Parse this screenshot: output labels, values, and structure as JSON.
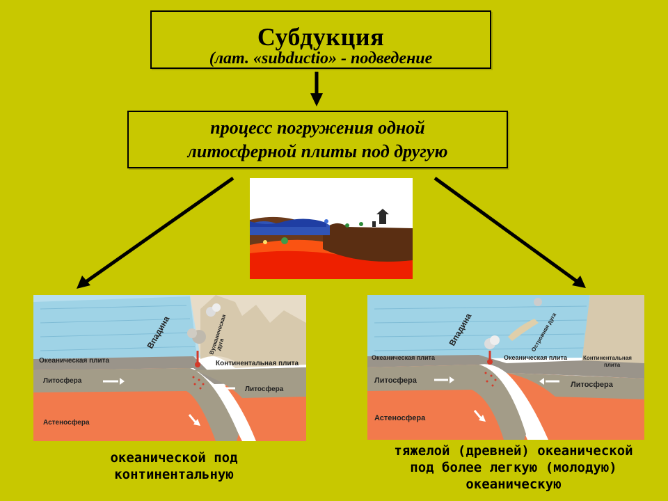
{
  "title": "Субдукция",
  "title_sub": "(лат. «subductio» - подведение",
  "definition_line1": "процесс погружения одной",
  "definition_line2": "литосферной плиты под другую",
  "left_diagram": {
    "labels": {
      "trench": "Впадина",
      "volcanic_arc_1": "Вулканическая",
      "volcanic_arc_2": "дуга",
      "oceanic_plate": "Океаническая плита",
      "continental_plate": "Континентальная плита",
      "lithosphere_left": "Литосфера",
      "lithosphere_right": "Литосфера",
      "asthenosphere": "Астеносфера"
    }
  },
  "right_diagram": {
    "labels": {
      "trench": "Впадина",
      "island_arc": "Островная дуга",
      "oceanic_plate": "Океаническая плита",
      "continental_plate_1": "Континентальная",
      "continental_plate_2": "плита",
      "lithosphere_left": "Литосфера",
      "lithosphere_right": "Литосфера",
      "asthenosphere": "Астеносфера"
    }
  },
  "caption_left_line1": "океанической под",
  "caption_left_line2": "континентальную",
  "caption_right_line1": "тяжелой (древней) океанической",
  "caption_right_line2": "под более легкую (молодую)",
  "caption_right_line3": "океаническую",
  "colors": {
    "background": "#c8c800",
    "ocean": "#9fd3e6",
    "lithosphere": "#a39c88",
    "asthenosphere": "#f27a4c"
  }
}
